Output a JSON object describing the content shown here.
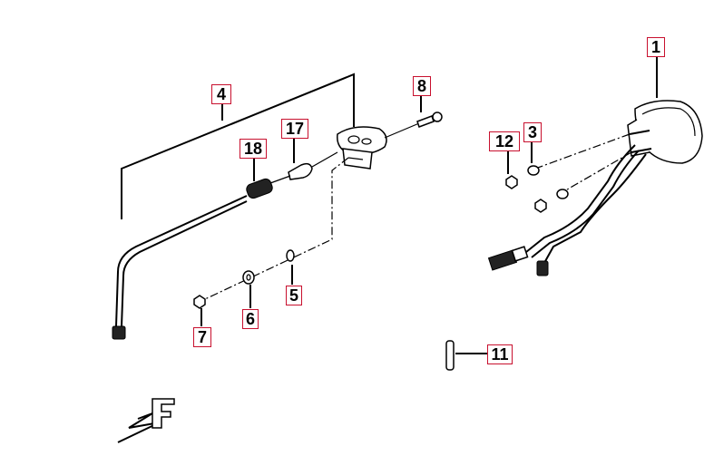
{
  "callouts": [
    {
      "id": "c1",
      "label": "1"
    },
    {
      "id": "c3",
      "label": "3"
    },
    {
      "id": "c4",
      "label": "4"
    },
    {
      "id": "c5",
      "label": "5"
    },
    {
      "id": "c6",
      "label": "6"
    },
    {
      "id": "c7",
      "label": "7"
    },
    {
      "id": "c8",
      "label": "8"
    },
    {
      "id": "c11",
      "label": "11"
    },
    {
      "id": "c12",
      "label": "12"
    },
    {
      "id": "c17",
      "label": "17"
    },
    {
      "id": "c18",
      "label": "18"
    }
  ],
  "colors": {
    "callout_border": "#c8102e",
    "line": "#000000"
  },
  "icons": {
    "front_direction": "front-arrow-icon"
  }
}
